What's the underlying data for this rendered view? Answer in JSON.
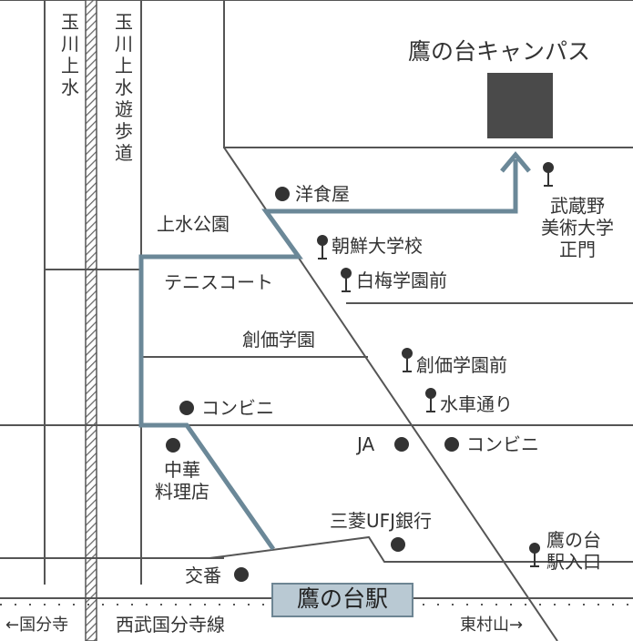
{
  "map": {
    "campus_name": "鷹の台キャンパス",
    "street_left": "玉川上水",
    "street_right": "玉川上水遊歩道",
    "station": "鷹の台駅",
    "railway": "西武国分寺線",
    "dir_left": "←国分寺",
    "dir_right": "東村山→",
    "places": {
      "youshokuya": "洋食屋",
      "jousui_park": "上水公園",
      "tennis_court": "テニスコート",
      "soka_gakuen": "創価学園",
      "convenience_1": "コンビニ",
      "chuka": "中華\n料理店",
      "koban": "交番",
      "ja": "JA",
      "convenience_2": "コンビニ",
      "mufg": "三菱UFJ銀行"
    },
    "bus_stops": {
      "musabi_gate": "武蔵野\n美術大学\n正門",
      "chosen_school": "朝鮮大学校",
      "hakubai": "白梅学園前",
      "soka_mae": "創価学園前",
      "suisha": "水車通り",
      "takanodai_entrance": "鷹の台\n駅入口"
    },
    "colors": {
      "route": "#6b8898",
      "campus": "#4a4a4a",
      "station_fill": "#b9c9d3",
      "lines": "#555555"
    }
  }
}
